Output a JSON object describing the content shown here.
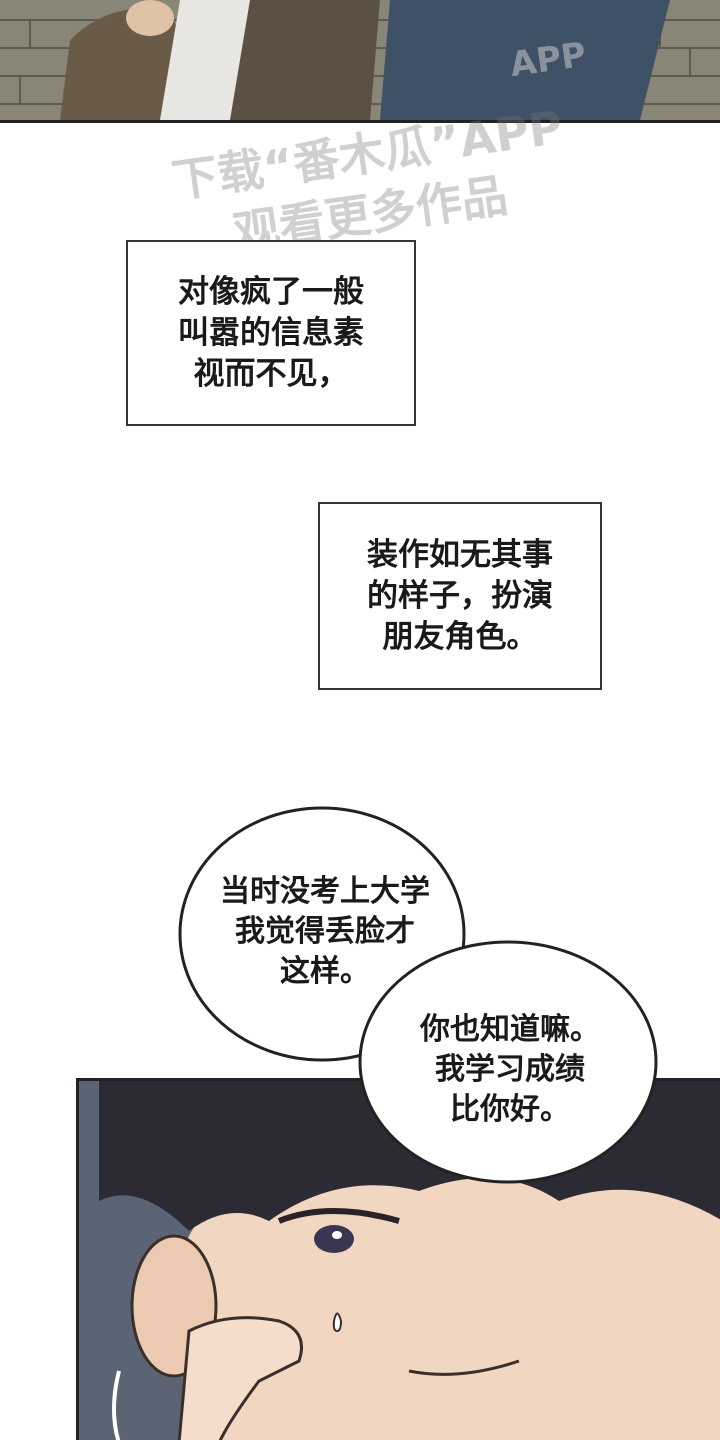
{
  "watermark": {
    "line1": "下载“番木瓜”APP",
    "line2": "观看更多作品",
    "app": "APP"
  },
  "captions": [
    {
      "text": "对像疯了一般\n叫嚣的信息素\n视而不见，"
    },
    {
      "text": "装作如无其事\n的样子，扮演\n朋友角色。"
    }
  ],
  "bubbles": [
    {
      "text": "当时没考上大学\n我觉得丢脸才\n这样。"
    },
    {
      "text": "你也知道嘛。\n我学习成绩\n比你好。"
    }
  ],
  "colors": {
    "top_panel": "#6f6b5e",
    "face_panel": "#5b6475",
    "skin": "#f1d7c2",
    "hair": "#2c2a33"
  }
}
